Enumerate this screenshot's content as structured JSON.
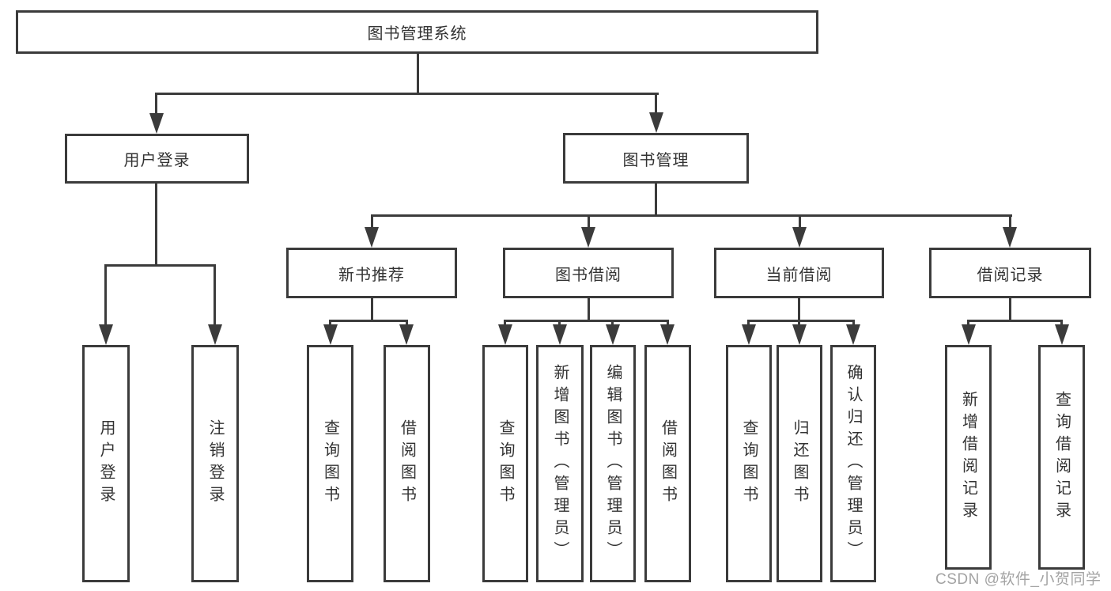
{
  "colors": {
    "line": "#3b3b3b",
    "text": "#333333",
    "watermark": "#a3a3a3",
    "background": "#ffffff"
  },
  "diagram": {
    "root": {
      "label": "图书管理系统"
    },
    "branches": [
      {
        "label": "用户登录",
        "children": [
          {
            "label": "用户登录"
          },
          {
            "label": "注销登录"
          }
        ]
      },
      {
        "label": "图书管理",
        "children": [
          {
            "label": "新书推荐",
            "children": [
              {
                "label": "查询图书"
              },
              {
                "label": "借阅图书"
              }
            ]
          },
          {
            "label": "图书借阅",
            "children": [
              {
                "label": "查询图书"
              },
              {
                "label": "新增图书（管理员）"
              },
              {
                "label": "编辑图书（管理员）"
              },
              {
                "label": "借阅图书"
              }
            ]
          },
          {
            "label": "当前借阅",
            "children": [
              {
                "label": "查询图书"
              },
              {
                "label": "归还图书"
              },
              {
                "label": "确认归还（管理员）"
              }
            ]
          },
          {
            "label": "借阅记录",
            "children": [
              {
                "label": "新增借阅记录"
              },
              {
                "label": "查询借阅记录"
              }
            ]
          }
        ]
      }
    ]
  },
  "watermark": {
    "text": "CSDN @软件_小贺同学"
  }
}
